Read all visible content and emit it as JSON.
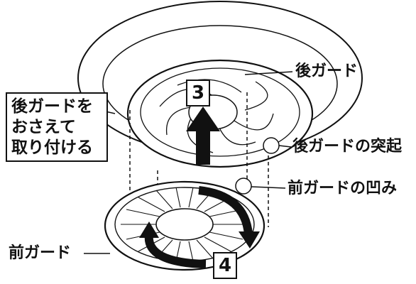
{
  "labels": {
    "rear_guard": "後ガード",
    "rear_guard_projection": "後ガードの突起",
    "front_guard_recess": "前ガードの凹み",
    "front_guard": "前ガード",
    "instruction": [
      "後ガードを",
      "おさえて",
      "取り付ける"
    ]
  },
  "steps": {
    "up": "3",
    "rotate": "4"
  },
  "colors": {
    "ink": "#111111",
    "fill": "#ffffff",
    "shade": "#dddddd"
  }
}
